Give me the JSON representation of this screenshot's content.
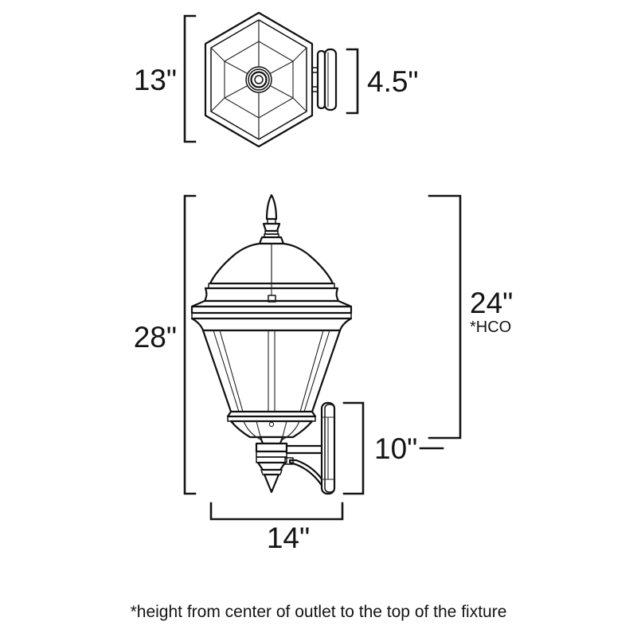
{
  "document": {
    "type": "product-dimension-drawing",
    "subject": "outdoor wall lantern light fixture",
    "views": [
      {
        "id": "top-view",
        "name": "top view"
      },
      {
        "id": "side-view",
        "name": "side elevation view"
      }
    ]
  },
  "dimensions": {
    "top_view_height": "13\"",
    "top_view_depth": "4.5\"",
    "side_view_height": "28\"",
    "side_view_hco": "24\"",
    "side_view_hco_note": "*HCO",
    "side_view_backplate_height": "10\"",
    "side_view_width": "14\""
  },
  "footnote": {
    "text": "*height from center of outlet to the top of the fixture"
  },
  "colors": {
    "background": "#ffffff",
    "line": "#111111",
    "text": "#141414"
  },
  "parts": {
    "finial": "finial",
    "dome_cap": "dome-cap",
    "crown_trim": "crown-trim",
    "glass_body": "glass-body",
    "bottom_trim": "bottom-trim",
    "bottom_finial": "bottom-finial",
    "wall_arm": "wall-arm",
    "wall_plate": "wall-plate",
    "hub": "center-hub"
  }
}
